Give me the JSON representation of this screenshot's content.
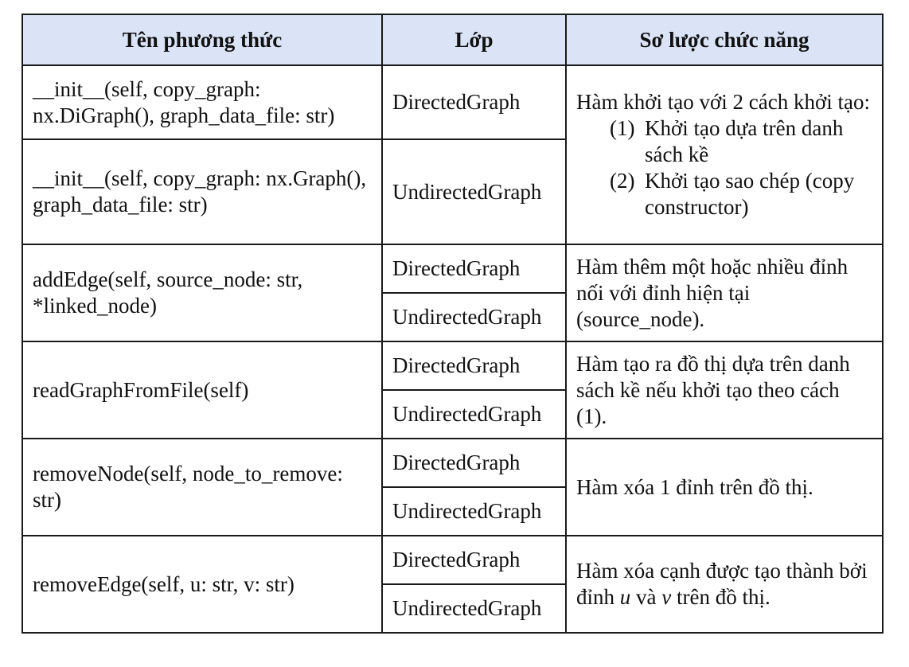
{
  "header": {
    "col_method": "Tên phương thức",
    "col_class": "Lớp",
    "col_desc": "Sơ lược chức năng"
  },
  "rows": {
    "init_directed": {
      "method": "__init__(self, copy_graph: nx.DiGraph(), graph_data_file: str)",
      "class": "DirectedGraph"
    },
    "init_undirected": {
      "method": "__init__(self, copy_graph: nx.Graph(), graph_data_file: str)",
      "class": "UndirectedGraph"
    },
    "init_desc": {
      "intro": "Hàm khởi tạo với 2 cách khởi tạo:",
      "items": [
        {
          "num": "(1)",
          "text": "Khởi tạo dựa trên danh sách kề"
        },
        {
          "num": "(2)",
          "text": "Khởi tạo sao chép (copy constructor)"
        }
      ]
    },
    "addEdge": {
      "method": "addEdge(self, source_node: str, *linked_node)",
      "class_a": "DirectedGraph",
      "class_b": "UndirectedGraph",
      "desc": "Hàm thêm một hoặc nhiều đỉnh nối với đỉnh hiện tại (source_node)."
    },
    "readGraph": {
      "method": "readGraphFromFile(self)",
      "class_a": "DirectedGraph",
      "class_b": "UndirectedGraph",
      "desc": "Hàm tạo ra đồ thị dựa trên danh sách kề nếu khởi tạo theo cách (1)."
    },
    "removeNode": {
      "method": "removeNode(self, node_to_remove: str)",
      "class_a": "DirectedGraph",
      "class_b": "UndirectedGraph",
      "desc": "Hàm xóa 1 đỉnh trên đồ thị."
    },
    "removeEdge": {
      "method": "removeEdge(self, u: str, v: str)",
      "class_a": "DirectedGraph",
      "class_b": "UndirectedGraph",
      "desc_pre": "Hàm xóa cạnh được tạo thành bởi đỉnh ",
      "var_u": "u",
      "desc_mid": " và ",
      "var_v": "v",
      "desc_post": " trên đồ thị."
    }
  },
  "colors": {
    "header_bg": "#dae4f6",
    "border": "#1a1a1a"
  }
}
